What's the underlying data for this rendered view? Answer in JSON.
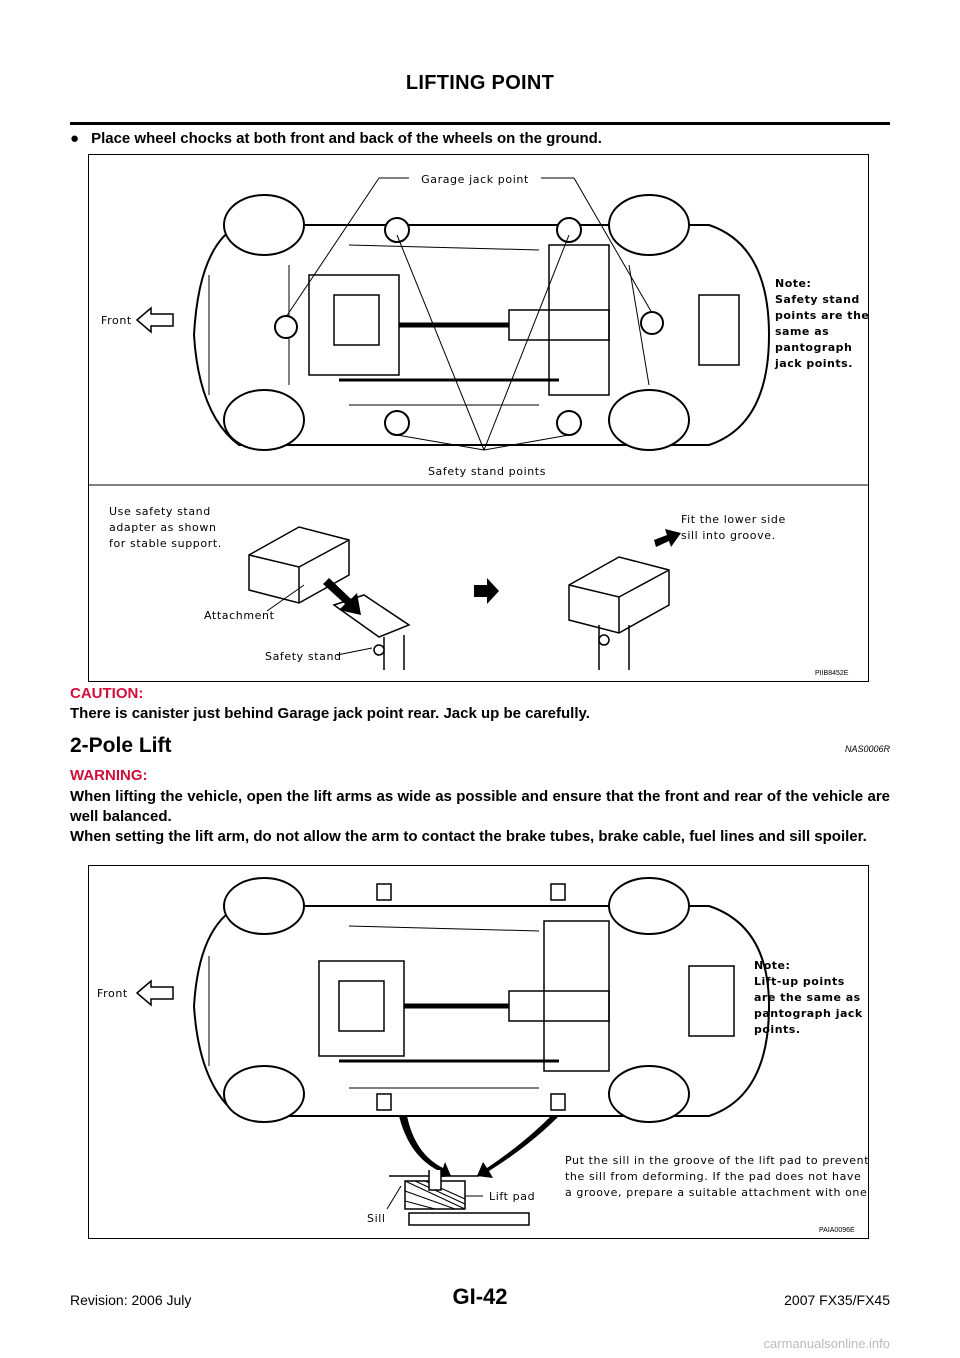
{
  "header": {
    "title": "LIFTING POINT"
  },
  "intro": {
    "bullet": "●",
    "text": "Place wheel chocks at both front and back of the wheels on the ground."
  },
  "figure1": {
    "garage_jack_label": "Garage jack point",
    "front_label": "Front",
    "note_lines": [
      "Note:",
      "Safety stand",
      "points are the",
      "same as",
      "pantograph",
      "jack points."
    ],
    "safety_stand_points_label": "Safety stand points",
    "adapter_lines": [
      "Use safety stand",
      "adapter as shown",
      "for stable support."
    ],
    "attachment_label": "Attachment",
    "safety_stand_label": "Safety stand",
    "fit_lines": [
      "Fit the lower side",
      "sill into groove."
    ],
    "code": "PIIB8452E"
  },
  "caution": {
    "heading": "CAUTION:",
    "text": "There is canister just behind Garage jack point rear. Jack up be carefully."
  },
  "section": {
    "title": "2-Pole Lift",
    "code": "NAS0006R"
  },
  "warning": {
    "heading": "WARNING:",
    "para1": "When lifting the vehicle, open the lift arms as wide as possible and ensure that the front and rear of the vehicle are well balanced.",
    "para2": "When setting the lift arm, do not allow the arm to contact the brake tubes, brake cable, fuel lines and sill spoiler."
  },
  "figure2": {
    "front_label": "Front",
    "note_lines": [
      "Note:",
      "Lift-up points",
      "are the same as",
      "pantograph jack",
      "points."
    ],
    "sill_label": "Sill",
    "lift_pad_label": "Lift pad",
    "put_lines": [
      "Put the sill in the groove of the lift pad to prevent",
      "the sill from deforming. If the pad does not have",
      "a groove, prepare a suitable attachment with one."
    ],
    "code": "PAIA0096E"
  },
  "footer": {
    "revision": "Revision: 2006 July",
    "page": "GI-42",
    "model": "2007 FX35/FX45",
    "watermark": "carmanualsonline.info"
  }
}
